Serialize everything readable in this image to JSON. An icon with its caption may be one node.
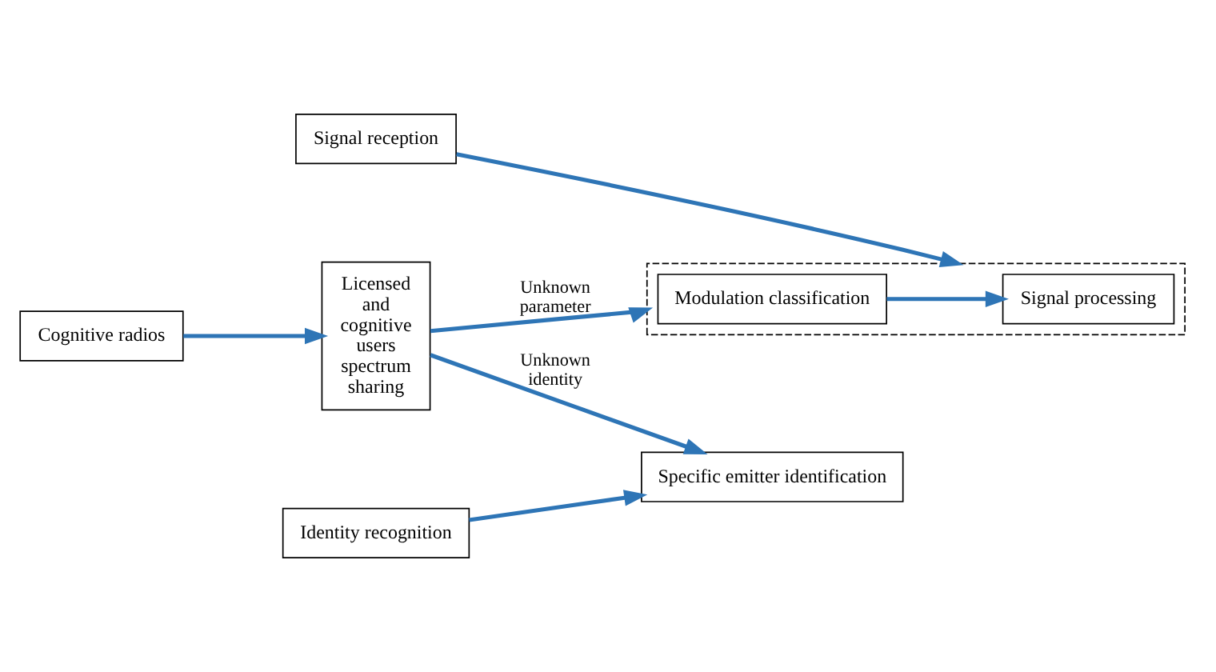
{
  "diagram": {
    "nodes": [
      {
        "text": [
          "Cognitive radios"
        ]
      },
      {
        "text": [
          "Licensed and cognitive users spectrum sharing"
        ]
      },
      {
        "text": [
          "Signal reception"
        ]
      },
      {
        "text": [],
        "shape": "box"
      },
      {
        "text": [
          "Modulation classification"
        ],
        "in": 3
      },
      {
        "text": [
          "Signal processing"
        ],
        "in": 3
      },
      {
        "text": [
          "Specific emitter identification"
        ]
      },
      {
        "text": [
          "Identity recognition"
        ]
      }
    ],
    "edges": [
      {
        "from": 0,
        "to": 1,
        "arrow": "to"
      },
      {
        "from": 1,
        "to": 3,
        "arrow": "to",
        "label": "Unknown parameter"
      },
      {
        "from": 2,
        "to": 3,
        "arrow": "to"
      },
      {
        "from": 4,
        "to": 5,
        "arrow": "to"
      },
      {
        "from": 1,
        "to": 6,
        "arrow": "to",
        "label": "Unknown identity"
      },
      {
        "from": 7,
        "to": 6,
        "arrow": "to"
      }
    ]
  }
}
